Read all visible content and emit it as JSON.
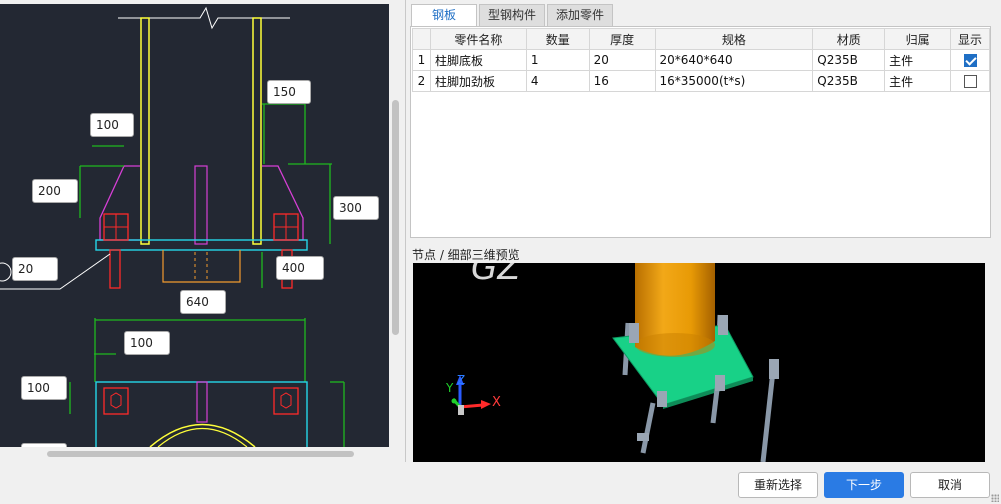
{
  "cad": {
    "dims": {
      "d150": "150",
      "d100_top": "100",
      "d200": "200",
      "d300": "300",
      "d20": "20",
      "d400": "400",
      "d640": "640",
      "d100_mid": "100",
      "d100_left": "100"
    }
  },
  "tabs": [
    "钢板",
    "型钢构件",
    "添加零件"
  ],
  "table": {
    "headers": [
      "",
      "零件名称",
      "数量",
      "厚度",
      "规格",
      "材质",
      "归属",
      "显示"
    ],
    "rows": [
      {
        "idx": "1",
        "name": "柱脚底板",
        "qty": "1",
        "thick": "20",
        "spec": "20*640*640",
        "material": "Q235B",
        "owner": "主件",
        "show": true
      },
      {
        "idx": "2",
        "name": "柱脚加劲板",
        "qty": "4",
        "thick": "16",
        "spec": "16*35000(t*s)",
        "material": "Q235B",
        "owner": "主件",
        "show": false
      }
    ]
  },
  "preview": {
    "title": "节点 / 细部三维预览",
    "watermark": "GZ",
    "axes": {
      "x": "X",
      "y": "Y",
      "z": "Z"
    }
  },
  "buttons": {
    "reselect": "重新选择",
    "next": "下一步",
    "cancel": "取消"
  },
  "colors": {
    "accent": "#2a7be4",
    "cad_bg": "#232833",
    "column": "#e8a200",
    "base_plate": "#18d187"
  }
}
